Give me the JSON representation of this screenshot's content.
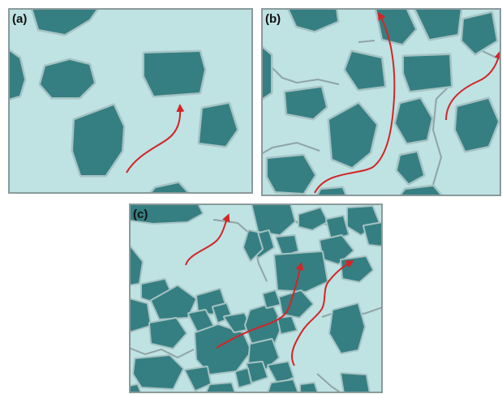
{
  "colors": {
    "background": "#bfe2e3",
    "grain_fill": "#357f82",
    "grain_rim": "#a6c3c4",
    "rim_edge": "#8fa4a6",
    "border": "#8a9a9b",
    "arrow": "#d32525"
  },
  "panels": [
    {
      "id": "a",
      "label": "(a)"
    },
    {
      "id": "b",
      "label": "(b)"
    },
    {
      "id": "c",
      "label": "(c)"
    }
  ]
}
